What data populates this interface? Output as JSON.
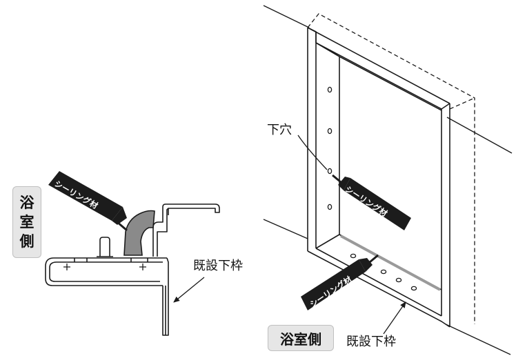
{
  "labels": {
    "bathroom_side": "浴室側",
    "bathroom_side_chars": [
      "浴",
      "室",
      "側"
    ],
    "existing_lower_frame": "既設下枠",
    "lower_hole": "下穴",
    "sealant": "シーリング材"
  },
  "colors": {
    "line": "#1a1a1a",
    "tube": "#1c1c1c",
    "sealant_fill": "#8a8a8a",
    "badge_bg": "#e6e6e6"
  }
}
